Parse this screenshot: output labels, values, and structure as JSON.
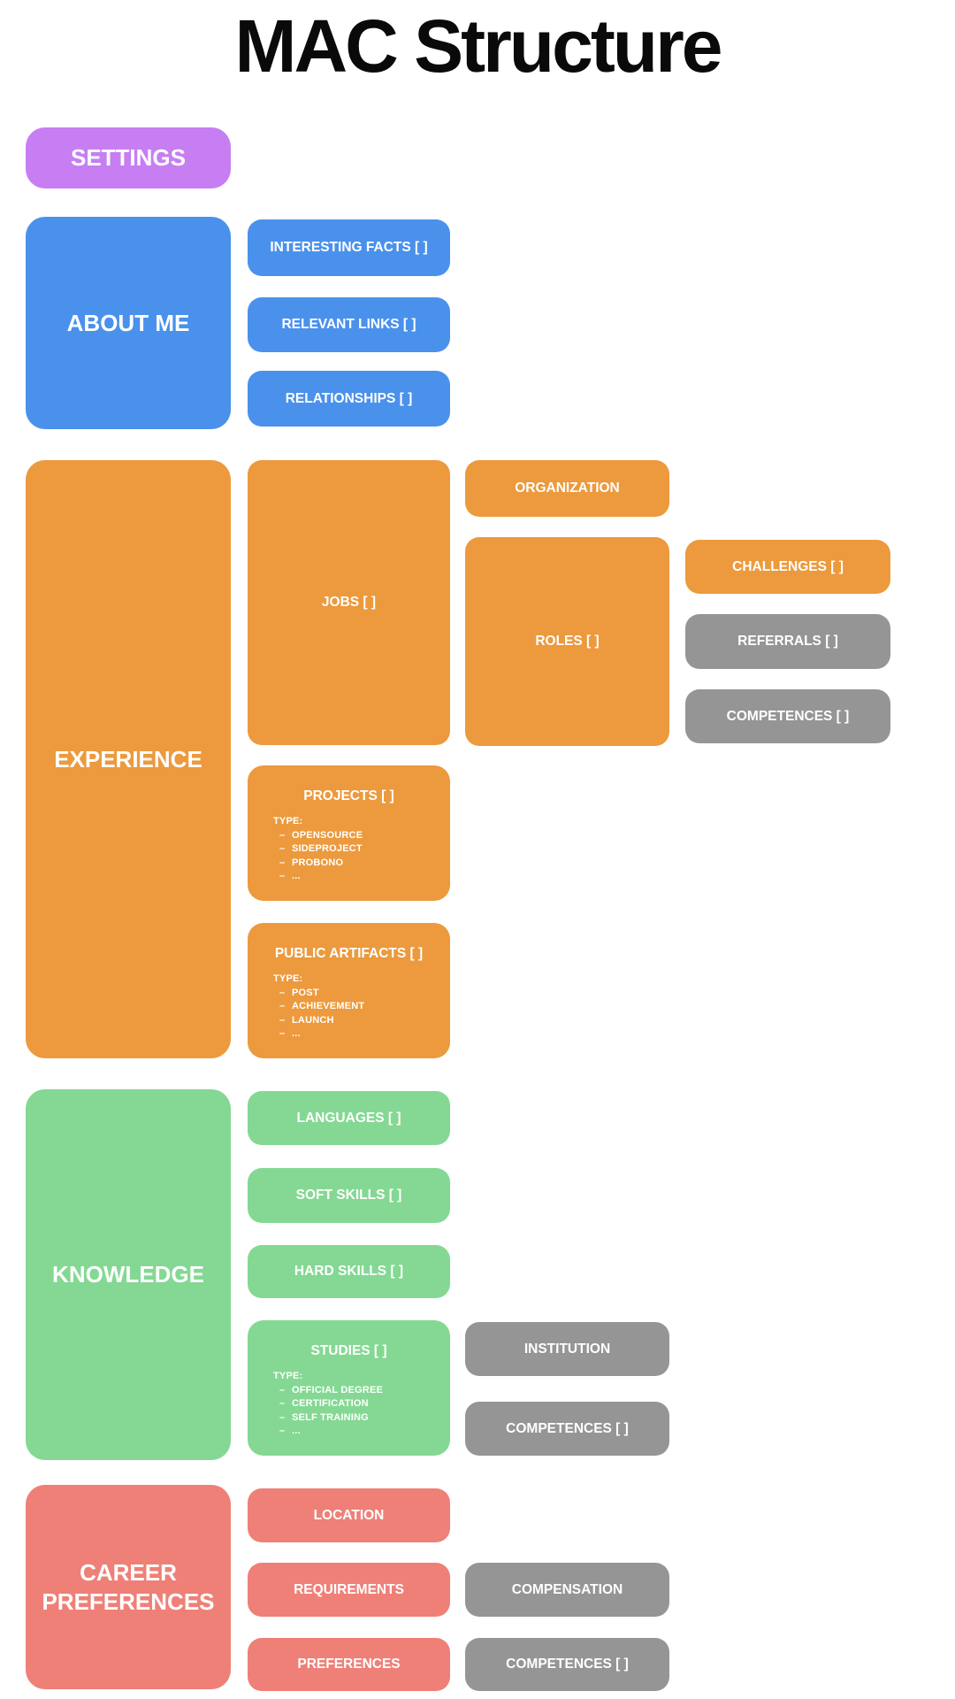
{
  "title": "MAC Structure",
  "colors": {
    "purple": "#c77ef2",
    "blue": "#4a91ec",
    "orange": "#ec9a3d",
    "green": "#84d893",
    "salmon": "#ee8078",
    "gray": "#959595",
    "text_on_node": "#ffffff",
    "title_text": "#0a0a0a",
    "background": "#ffffff"
  },
  "settings": {
    "label": "SETTINGS"
  },
  "about_me": {
    "label": "ABOUT ME",
    "interesting_facts": "INTERESTING FACTS [ ]",
    "relevant_links": "RELEVANT LINKS [ ]",
    "relationships": "RELATIONSHIPS [ ]"
  },
  "experience": {
    "label": "EXPERIENCE",
    "jobs": "JOBS [ ]",
    "organization": "ORGANIZATION",
    "roles": "ROLES [ ]",
    "challenges": "CHALLENGES [ ]",
    "referrals": "REFERRALS [ ]",
    "competences": "COMPETENCES [ ]",
    "projects": {
      "title": "PROJECTS [ ]",
      "type_label": "TYPE:",
      "types": [
        "OPENSOURCE",
        "SIDEPROJECT",
        "PROBONO",
        "..."
      ]
    },
    "public_artifacts": {
      "title": "PUBLIC ARTIFACTS [ ]",
      "type_label": "TYPE:",
      "types": [
        "POST",
        "ACHIEVEMENT",
        "LAUNCH",
        "..."
      ]
    }
  },
  "knowledge": {
    "label": "KNOWLEDGE",
    "languages": "LANGUAGES [ ]",
    "soft_skills": "SOFT SKILLS [ ]",
    "hard_skills": "HARD SKILLS [ ]",
    "studies": {
      "title": "STUDIES [ ]",
      "type_label": "TYPE:",
      "types": [
        "OFFICIAL DEGREE",
        "CERTIFICATION",
        "SELF TRAINING",
        "..."
      ]
    },
    "institution": "INSTITUTION",
    "competences": "COMPETENCES [ ]"
  },
  "career_preferences": {
    "label": "CAREER PREFERENCES",
    "location": "LOCATION",
    "requirements": "REQUIREMENTS",
    "preferences": "PREFERENCES",
    "compensation": "COMPENSATION",
    "competences": "COMPETENCES [ ]"
  }
}
